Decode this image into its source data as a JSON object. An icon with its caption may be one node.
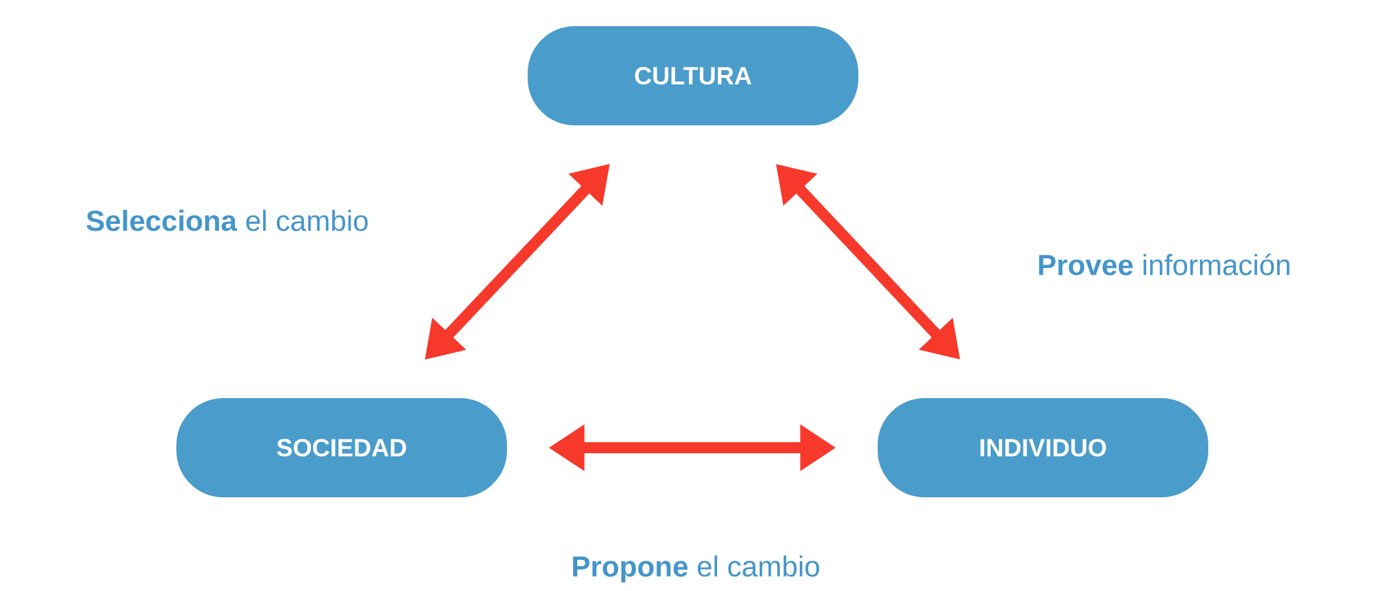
{
  "diagram": {
    "nodes": [
      {
        "text": [
          "CULTURA"
        ]
      },
      {
        "text": [
          "SOCIEDAD"
        ]
      },
      {
        "text": [
          "INDIVIDUO"
        ]
      }
    ],
    "edges": [
      {
        "from": 0,
        "to": 1,
        "arrow": "both",
        "label": "**Selecciona** el cambio"
      },
      {
        "from": 0,
        "to": 2,
        "arrow": "both",
        "label": "**Provee** información"
      },
      {
        "from": 1,
        "to": 2,
        "arrow": "both",
        "label": "**Propone** el cambio"
      }
    ]
  }
}
